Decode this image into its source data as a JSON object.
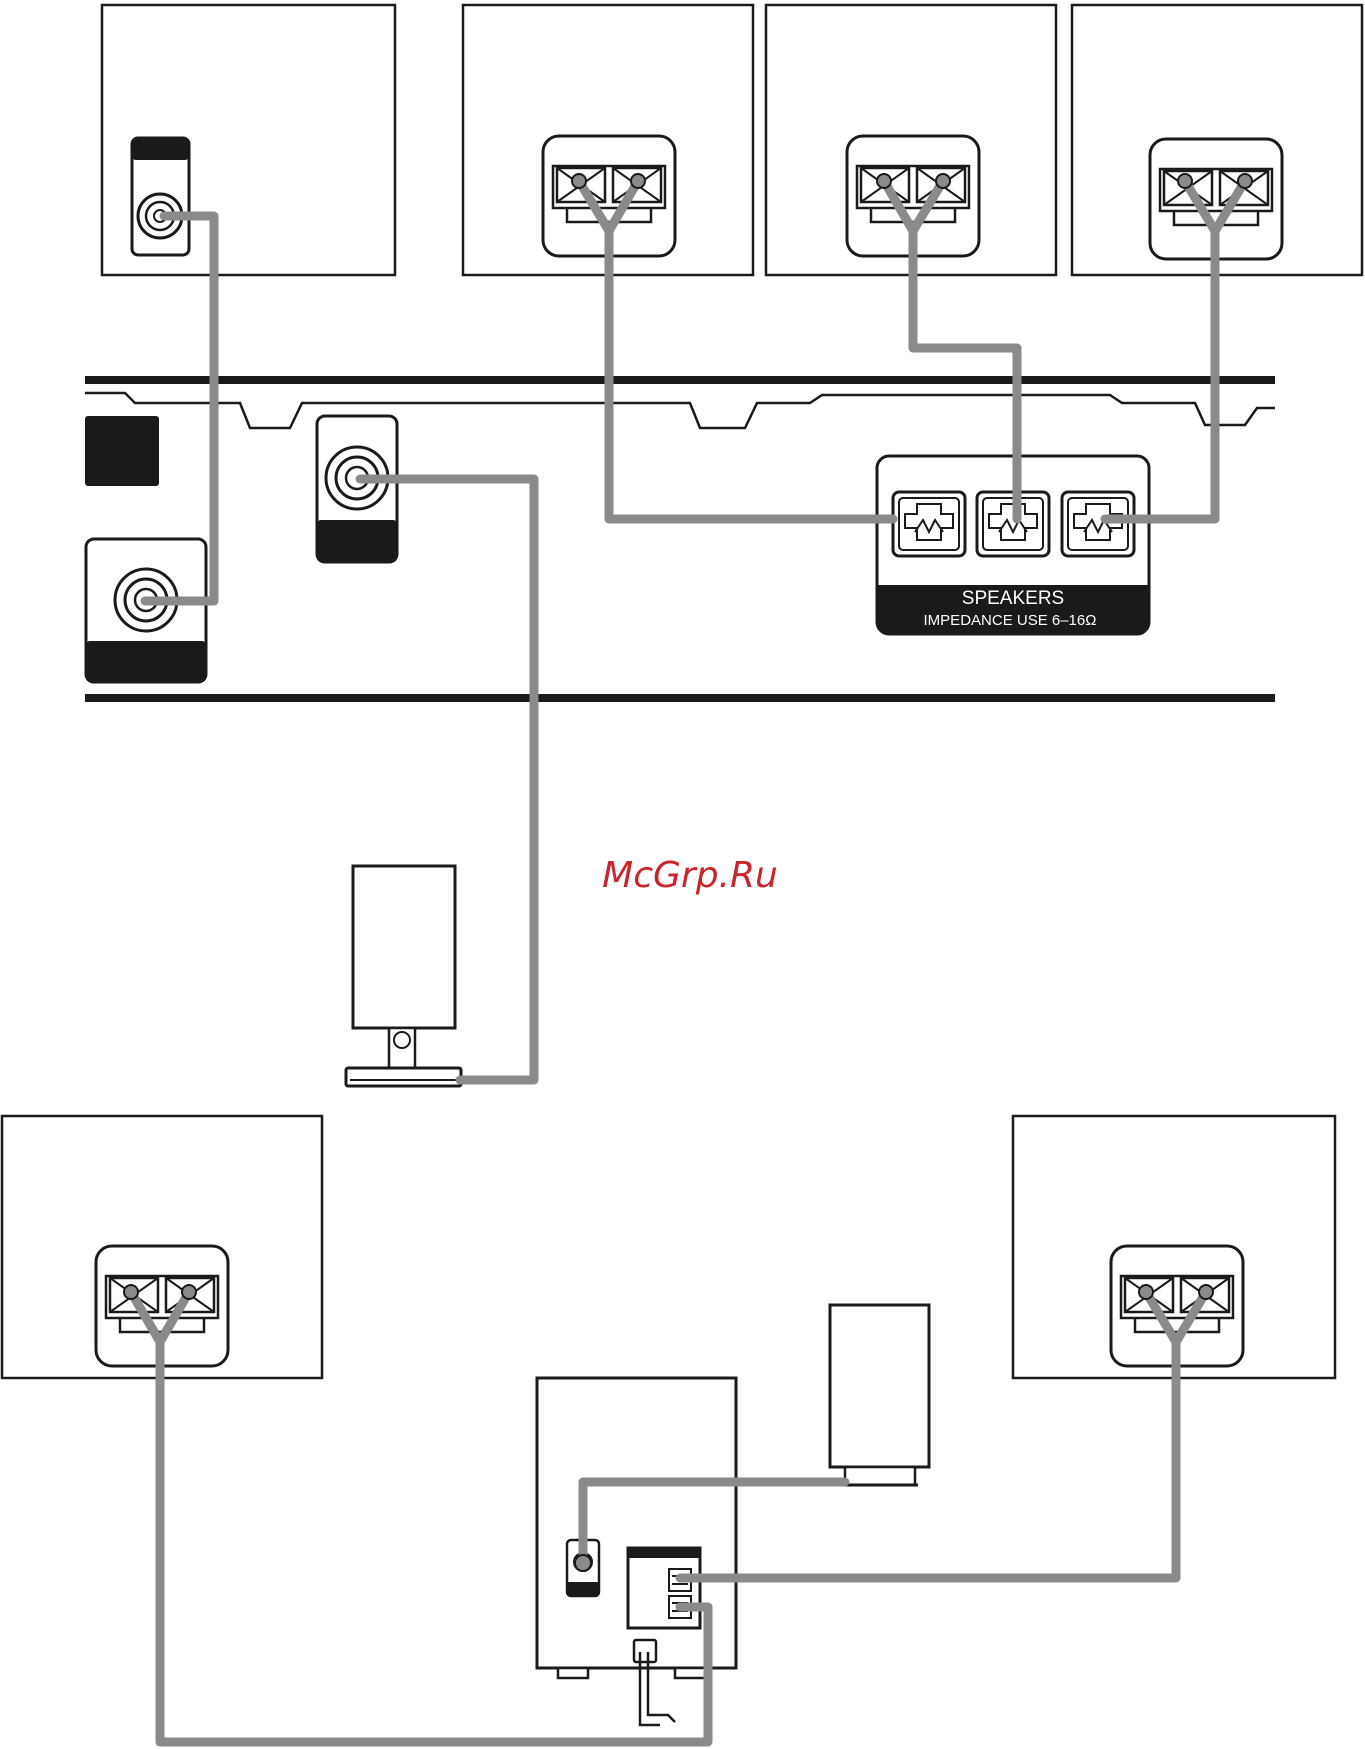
{
  "panel": {
    "speakers_label": "SPEAKERS",
    "impedance_label": "IMPEDANCE USE  6–16Ω"
  },
  "watermark": "McGrp.Ru",
  "colors": {
    "cable": "#8a8a8c",
    "outline": "#1a1a1a",
    "panel_fill": "#1a1a1a",
    "watermark": "#c8262c"
  },
  "icons": {
    "rca_jack": "rca-jack-icon",
    "speaker_terminal": "speaker-terminal-icon",
    "speaker_socket": "speaker-socket-icon"
  }
}
